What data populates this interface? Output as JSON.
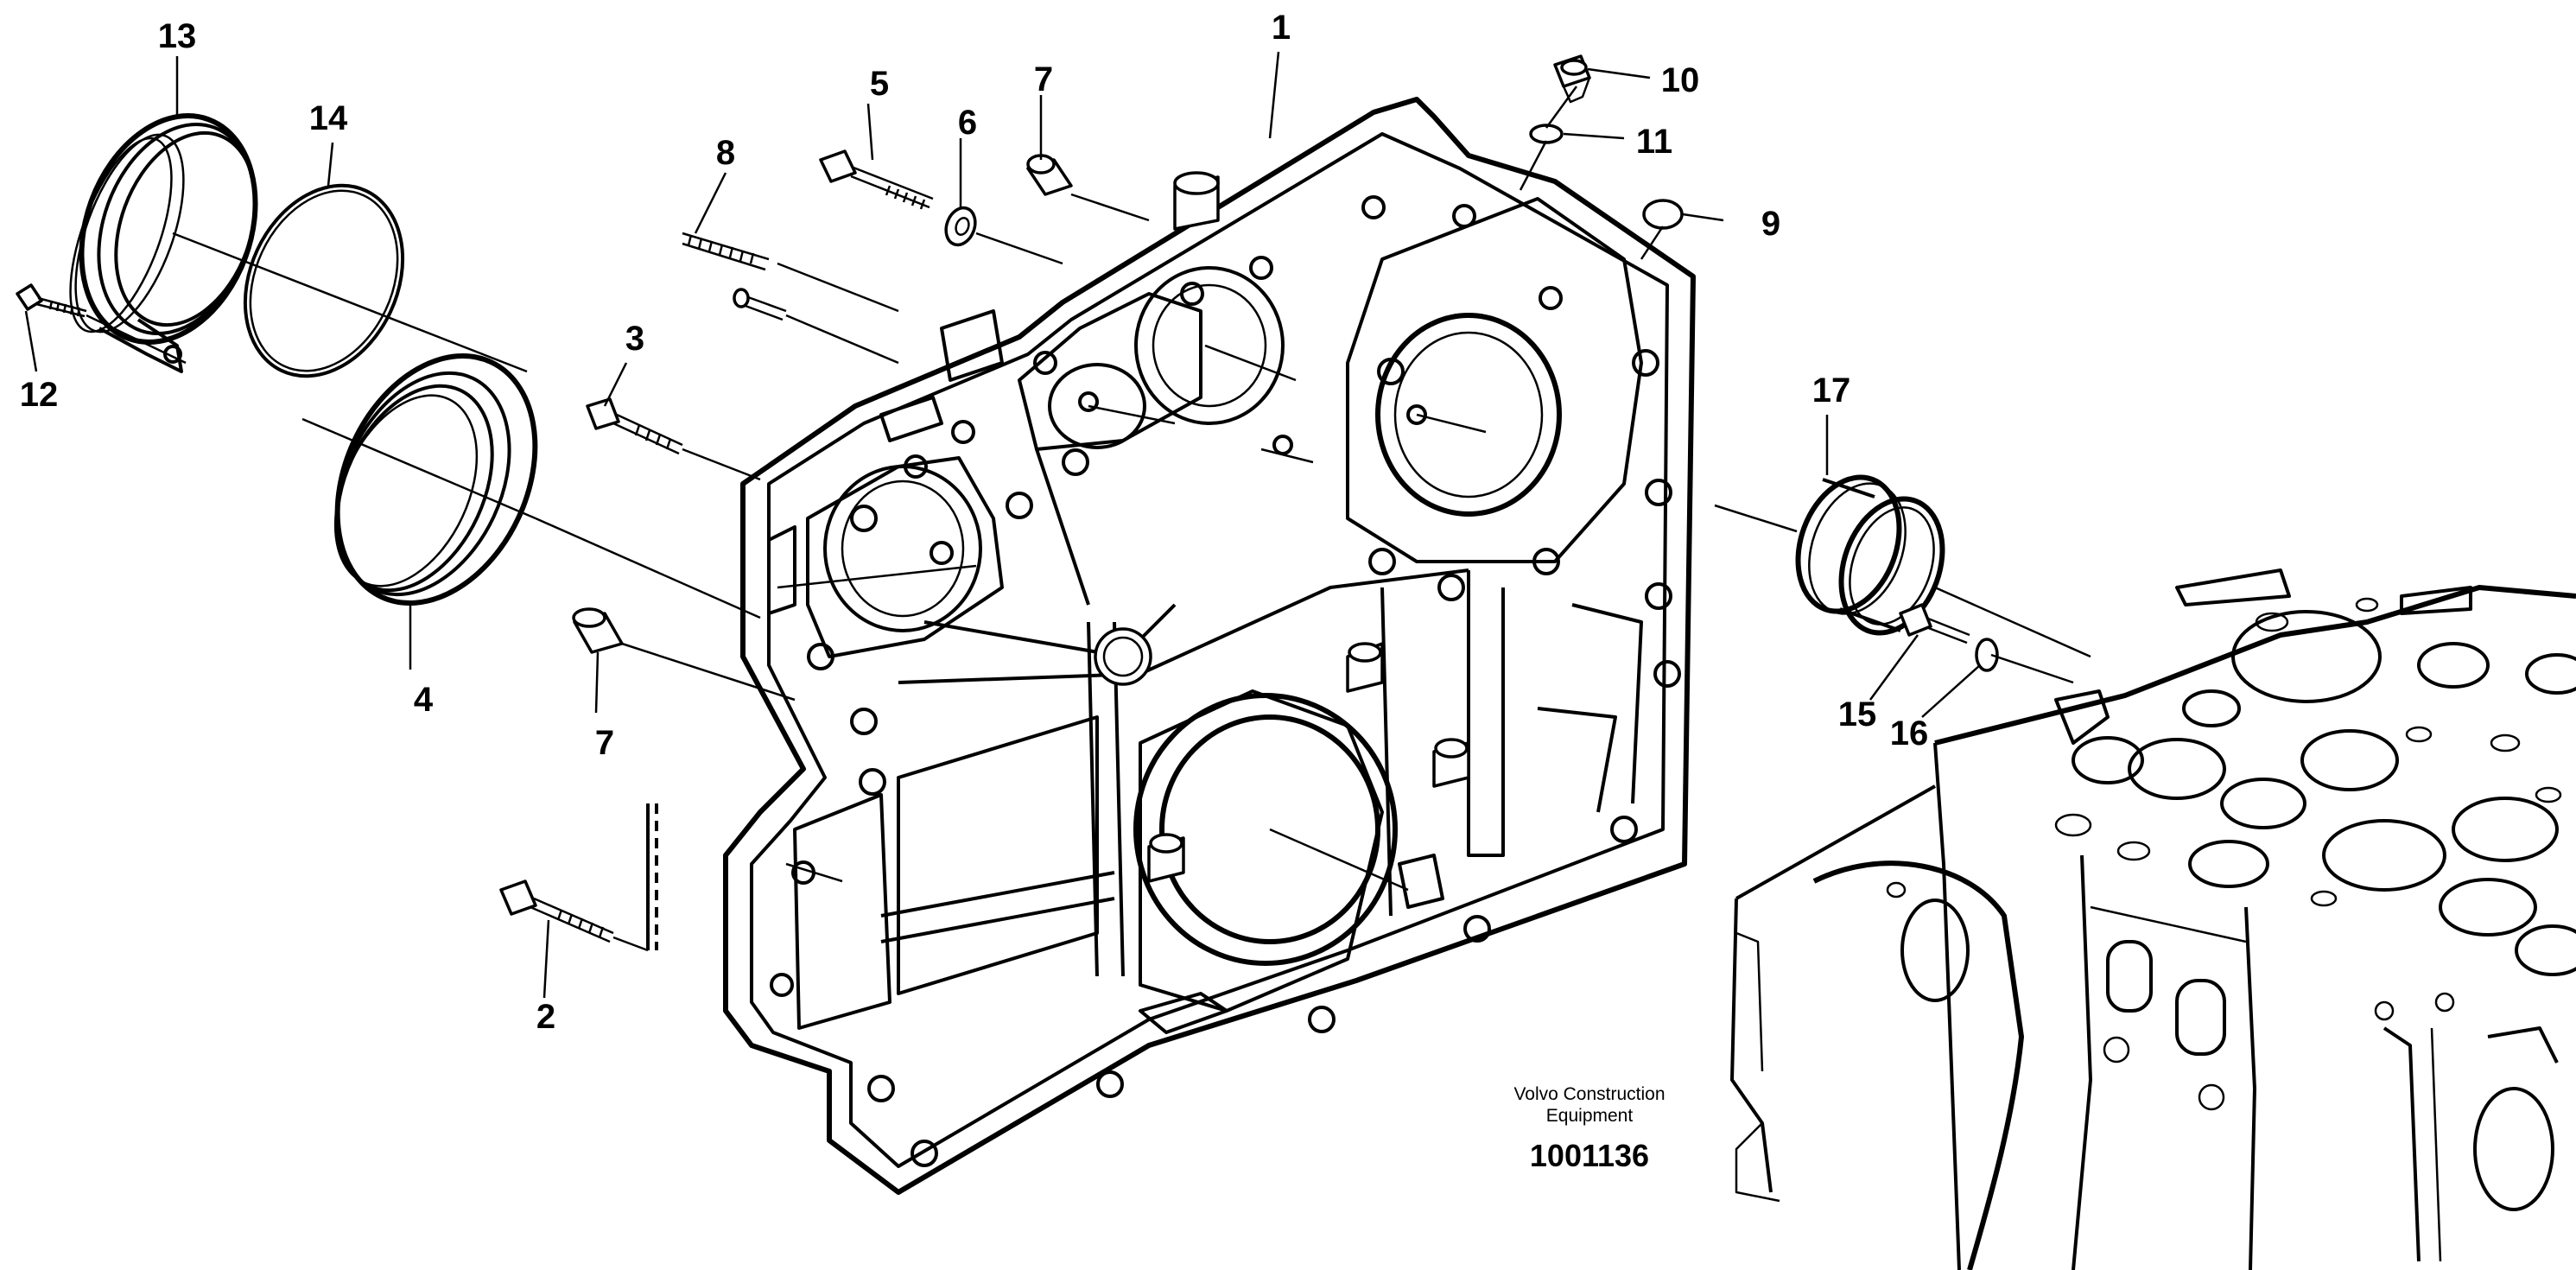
{
  "diagram": {
    "part_labels": [
      {
        "id": "1",
        "text": "1"
      },
      {
        "id": "2",
        "text": "2"
      },
      {
        "id": "3",
        "text": "3"
      },
      {
        "id": "4",
        "text": "4"
      },
      {
        "id": "5",
        "text": "5"
      },
      {
        "id": "6",
        "text": "6"
      },
      {
        "id": "7a",
        "text": "7"
      },
      {
        "id": "7b",
        "text": "7"
      },
      {
        "id": "8",
        "text": "8"
      },
      {
        "id": "9",
        "text": "9"
      },
      {
        "id": "10",
        "text": "10"
      },
      {
        "id": "11",
        "text": "11"
      },
      {
        "id": "12",
        "text": "12"
      },
      {
        "id": "13",
        "text": "13"
      },
      {
        "id": "14",
        "text": "14"
      },
      {
        "id": "15",
        "text": "15"
      },
      {
        "id": "16",
        "text": "16"
      },
      {
        "id": "17",
        "text": "17"
      }
    ],
    "caption_line1": "Volvo Construction",
    "caption_line2": "Equipment",
    "document_number": "1001136"
  }
}
